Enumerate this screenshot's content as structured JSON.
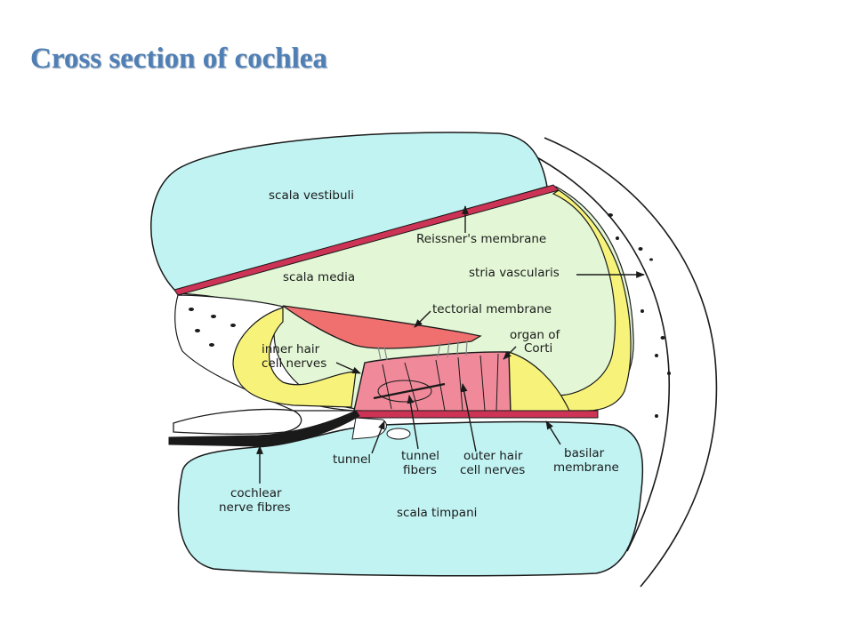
{
  "title": "Cross section of cochlea",
  "labels": {
    "scala_vestibuli": "scala vestibuli",
    "reissners_membrane": "Reissner's membrane",
    "scala_media": "scala media",
    "stria_vascularis": "stria vascularis",
    "tectorial_membrane": "tectorial membrane",
    "organ_of_corti_1": "organ of",
    "organ_of_corti_2": "Corti",
    "inner_hair_1": "inner hair",
    "inner_hair_2": "cell nerves",
    "tunnel": "tunnel",
    "tunnel_fibers_1": "tunnel",
    "tunnel_fibers_2": "fibers",
    "outer_hair_1": "outer hair",
    "outer_hair_2": "cell nerves",
    "basilar_1": "basilar",
    "basilar_2": "membrane",
    "cochlear_1": "cochlear",
    "cochlear_2": "nerve fibres",
    "scala_timpani": "scala timpani"
  },
  "colors": {
    "title": "#4f7fb5",
    "fluid_blue": "#c2f3f3",
    "scala_media_green": "#e3f7d6",
    "membrane_red": "#cc3355",
    "tectorial_pink": "#f07070",
    "organ_pink": "#f08a9a",
    "cell_yellow": "#f7f37a"
  }
}
